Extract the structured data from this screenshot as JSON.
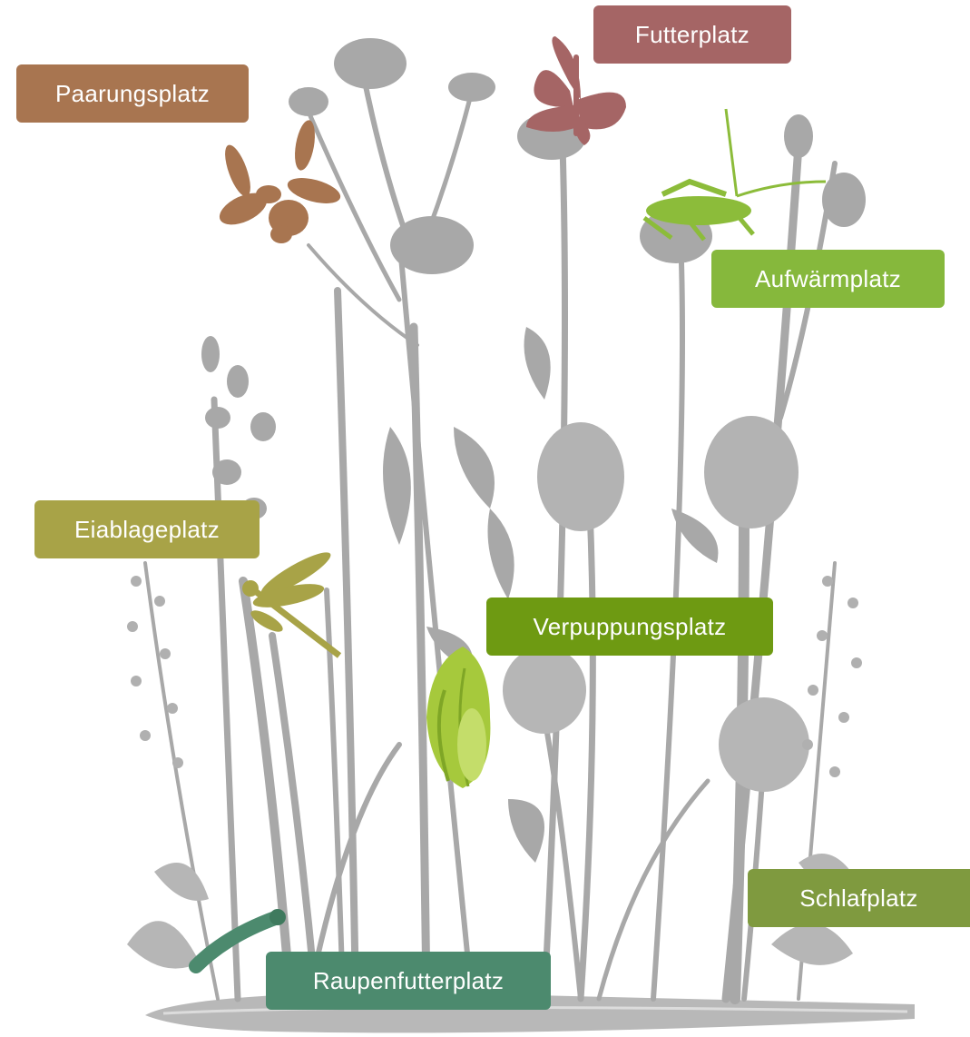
{
  "labels": {
    "futterplatz": "Futterplatz",
    "paarungsplatz": "Paarungsplatz",
    "aufwaermplatz": "Aufwärmplatz",
    "eiablageplatz": "Eiablageplatz",
    "verpuppungsplatz": "Verpuppungsplatz",
    "schlafplatz": "Schlafplatz",
    "raupenfutterplatz": "Raupenfutterplatz"
  },
  "colors": {
    "futterplatz": "#a56565",
    "paarungsplatz": "#a87550",
    "aufwaermplatz": "#86b83c",
    "eiablageplatz": "#a8a347",
    "verpuppungsplatz": "#6e9a12",
    "schlafplatz": "#7f9a3f",
    "raupenfutterplatz": "#4c8a6e",
    "plants": "#a6a6a6",
    "plants_light": "#bdbdbd",
    "chrysalis": "#a6c93c"
  },
  "icons": {
    "butterfly": "butterfly-icon",
    "bees": "mating-insects-icon",
    "grasshopper": "grasshopper-icon",
    "dragonfly": "dragonfly-icon",
    "chrysalis": "chrysalis-icon",
    "caterpillar": "caterpillar-icon"
  }
}
